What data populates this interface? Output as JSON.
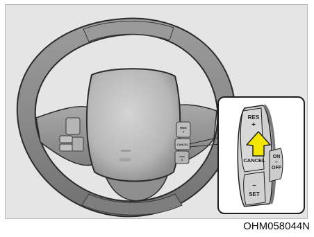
{
  "figure": {
    "code": "OHM058044N"
  },
  "wheel_buttons": {
    "res": [
      "RES",
      "+"
    ],
    "cancel": "CANCEL"
  },
  "callout": {
    "res_label": "RES",
    "plus": "+",
    "cancel": "CANCEL",
    "on": "ON",
    "dash": "–",
    "off": "OFF",
    "minus": "–",
    "set": "SET"
  },
  "colors": {
    "background": "#e5e5e5",
    "wheel_rim": "#8f8f8f",
    "hub": "#b9b9b9",
    "arrow": "#f2e600"
  }
}
